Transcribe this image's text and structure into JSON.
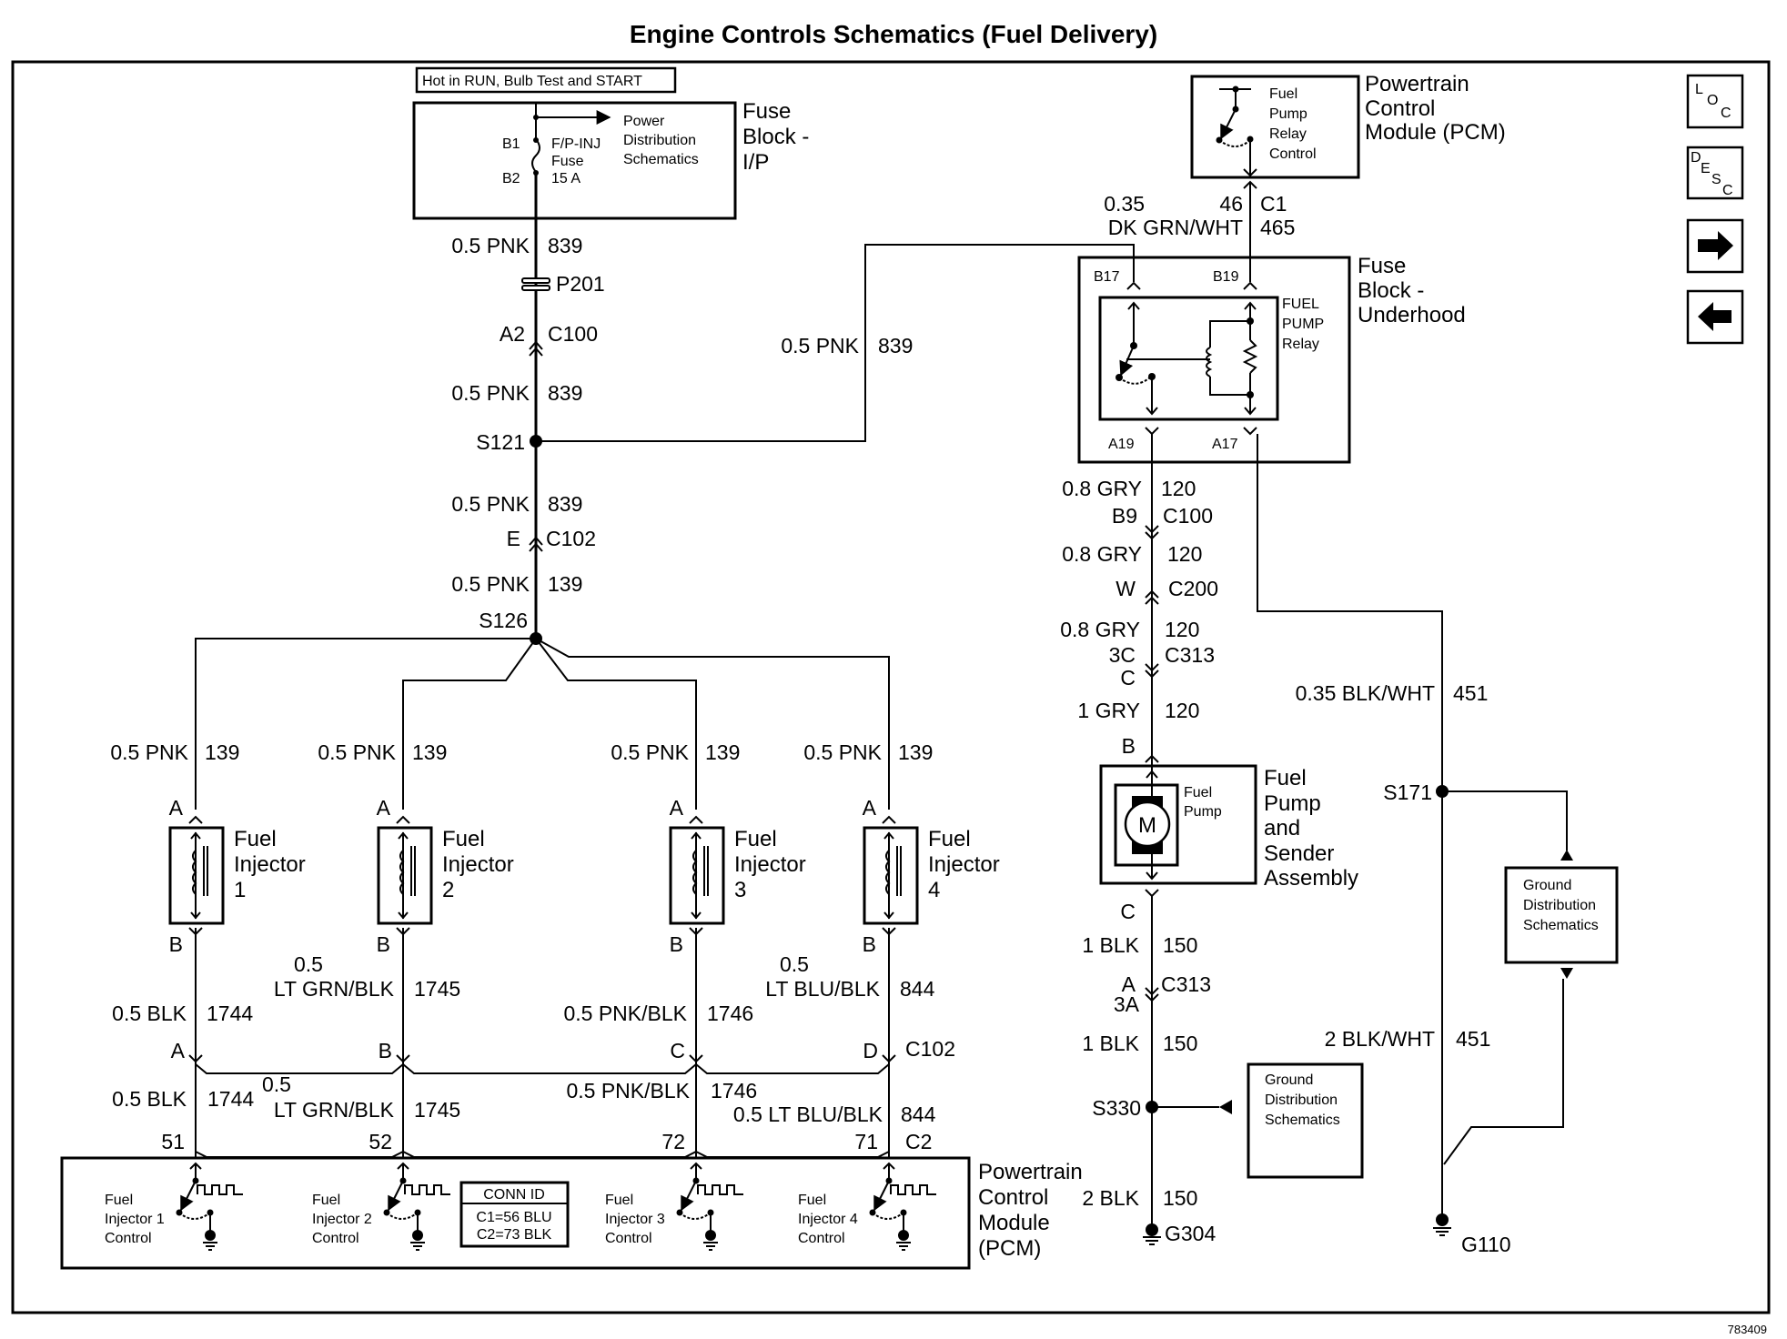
{
  "title": "Engine Controls Schematics (Fuel Delivery)",
  "figure_id": "783409",
  "nav_buttons": {
    "loc": [
      "L",
      "O",
      "C"
    ],
    "desc": [
      "D",
      "E",
      "S",
      "C"
    ]
  },
  "fuse_block_ip": {
    "hot_label": "Hot in RUN, Bulb Test and START",
    "name": [
      "Fuse",
      "Block -",
      "I/P"
    ],
    "pin_b1": "B1",
    "pin_b2": "B2",
    "fuse": [
      "F/P-INJ",
      "Fuse",
      "15 A"
    ],
    "power_ref": [
      "Power",
      "Distribution",
      "Schematics"
    ]
  },
  "main_feed": [
    {
      "gauge_color": "0.5 PNK",
      "circuit": "839"
    },
    {
      "connector": "P201"
    },
    {
      "pin": "A2",
      "connector": "C100"
    },
    {
      "gauge_color": "0.5 PNK",
      "circuit": "839"
    },
    {
      "splice": "S121"
    },
    {
      "gauge_color": "0.5 PNK",
      "circuit": "839"
    },
    {
      "pin": "E",
      "connector": "C102"
    },
    {
      "gauge_color": "0.5 PNK",
      "circuit": "139"
    },
    {
      "splice": "S126"
    }
  ],
  "branch_to_relay": {
    "gauge_color": "0.5 PNK",
    "circuit": "839"
  },
  "pcm_top": {
    "name": [
      "Powertrain",
      "Control",
      "Module (PCM)"
    ],
    "function": [
      "Fuel",
      "Pump",
      "Relay",
      "Control"
    ],
    "pin": "46",
    "connector": "C1",
    "gauge": "0.35",
    "color": "DK GRN/WHT",
    "circuit": "465"
  },
  "fuse_block_underhood": {
    "name": [
      "Fuse",
      "Block -",
      "Underhood"
    ],
    "relay": [
      "FUEL",
      "PUMP",
      "Relay"
    ],
    "pins": {
      "b17": "B17",
      "b19": "B19",
      "a19": "A19",
      "a17": "A17"
    }
  },
  "pump_feed": [
    {
      "gauge_color": "0.8 GRY",
      "circuit": "120"
    },
    {
      "pin": "B9",
      "connector": "C100"
    },
    {
      "gauge_color": "0.8 GRY",
      "circuit": "120"
    },
    {
      "pin": "W",
      "connector": "C200"
    },
    {
      "gauge_color": "0.8 GRY",
      "circuit": "120"
    },
    {
      "pin": "3C",
      "connector": "C313",
      "pin2": "C"
    },
    {
      "gauge_color": "1 GRY",
      "circuit": "120"
    }
  ],
  "fuel_pump": {
    "pin_in": "B",
    "pin_out": "C",
    "inner": [
      "Fuel",
      "Pump"
    ],
    "motor": "M",
    "name": [
      "Fuel",
      "Pump",
      "and",
      "Sender",
      "Assembly"
    ]
  },
  "pump_ground": [
    {
      "gauge_color": "1 BLK",
      "circuit": "150"
    },
    {
      "pin": "A",
      "connector": "C313",
      "pin2": "3A"
    },
    {
      "gauge_color": "1 BLK",
      "circuit": "150"
    },
    {
      "splice": "S330"
    },
    {
      "gauge_color": "2 BLK",
      "circuit": "150"
    },
    {
      "ground": "G304"
    }
  ],
  "relay_ground": [
    {
      "gauge_color": "0.35 BLK/WHT",
      "circuit": "451"
    },
    {
      "splice": "S171"
    },
    {
      "gauge_color": "2 BLK/WHT",
      "circuit": "451"
    },
    {
      "ground": "G110"
    }
  ],
  "ground_dist_ref": [
    "Ground",
    "Distribution",
    "Schematics"
  ],
  "injectors": [
    {
      "name": [
        "Fuel",
        "Injector",
        "1"
      ],
      "pin_a": "A",
      "pin_b": "B",
      "feed": "0.5 PNK",
      "feed_circuit": "139",
      "ctl_gauge": "",
      "ctl_color": "0.5 BLK",
      "ctl_circuit": "1744",
      "c102_pin": "A",
      "pcm_pin": "51",
      "pcm_label": [
        "Fuel",
        "Injector 1",
        "Control"
      ]
    },
    {
      "name": [
        "Fuel",
        "Injector",
        "2"
      ],
      "pin_a": "A",
      "pin_b": "B",
      "feed": "0.5 PNK",
      "feed_circuit": "139",
      "ctl_gauge": "0.5",
      "ctl_color": "LT GRN/BLK",
      "ctl_circuit": "1745",
      "c102_pin": "B",
      "pcm_pin": "52",
      "pcm_label": [
        "Fuel",
        "Injector 2",
        "Control"
      ]
    },
    {
      "name": [
        "Fuel",
        "Injector",
        "3"
      ],
      "pin_a": "A",
      "pin_b": "B",
      "feed": "0.5 PNK",
      "feed_circuit": "139",
      "ctl_gauge": "",
      "ctl_color": "0.5 PNK/BLK",
      "ctl_circuit": "1746",
      "c102_pin": "C",
      "pcm_pin": "72",
      "pcm_label": [
        "Fuel",
        "Injector 3",
        "Control"
      ]
    },
    {
      "name": [
        "Fuel",
        "Injector",
        "4"
      ],
      "pin_a": "A",
      "pin_b": "B",
      "feed": "0.5 PNK",
      "feed_circuit": "139",
      "ctl_gauge": "0.5",
      "ctl_color": "LT BLU/BLK",
      "ctl_circuit": "844",
      "c102_pin": "D",
      "pcm_pin": "71",
      "pcm_label": [
        "Fuel",
        "Injector 4",
        "Control"
      ]
    }
  ],
  "lower_wires": {
    "c102": "C102",
    "c2": "C2",
    "w1": {
      "gc": "0.5 BLK",
      "c": "1744"
    },
    "w2": {
      "g": "0.5",
      "col": "LT GRN/BLK",
      "c": "1745"
    },
    "w3": {
      "gc": "0.5 PNK/BLK",
      "c": "1746"
    },
    "w4": {
      "gc": "0.5 LT BLU/BLK",
      "c": "844"
    }
  },
  "pcm_bottom": {
    "name": [
      "Powertrain",
      "Control",
      "Module",
      "(PCM)"
    ],
    "conn_id_title": "CONN ID",
    "conn_id_rows": [
      "C1=56 BLU",
      "C2=73 BLK"
    ]
  }
}
